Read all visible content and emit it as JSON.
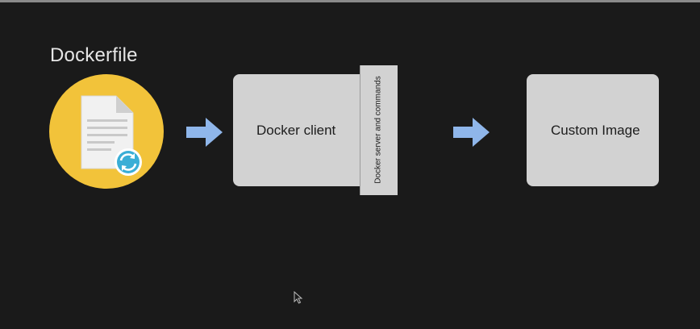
{
  "diagram": {
    "dockerfile_label": "Dockerfile",
    "client_label": "Docker client",
    "server_label": "Docker server and commands",
    "image_label": "Custom Image"
  },
  "icons": {
    "file": "document-icon",
    "refresh": "refresh-icon",
    "arrow": "arrow-right-icon",
    "cursor": "mouse-pointer-icon"
  },
  "colors": {
    "background": "#1a1a1a",
    "circle": "#f2c33a",
    "box": "#d2d2d2",
    "arrow": "#8fb6ea",
    "refresh": "#3aaed6"
  }
}
